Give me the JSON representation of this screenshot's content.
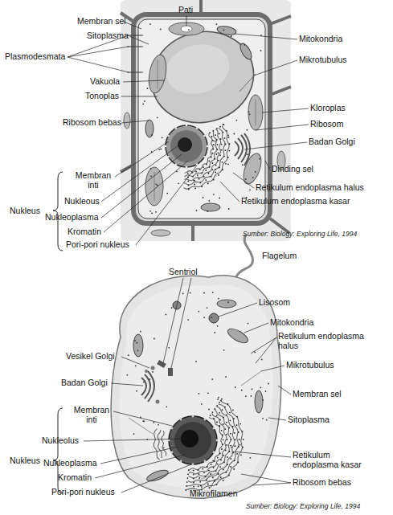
{
  "diagram": {
    "labels": [
      "Pati",
      "Membran sel",
      "Mitokondria",
      "Sitoplasma",
      "Plasmodesmata",
      "Mikrotubulus",
      "Vakuola",
      "Tonoplas",
      "Kloroplas",
      "Ribosom bebas",
      "Ribosom",
      "Badan Golgi",
      "Dinding sel",
      "Membran inti",
      "Retikulum endoplasma halus",
      "Nukleous",
      "Retikulum endoplasma kasar",
      "Nukleus",
      "Nukleoplasma",
      "Kromatin",
      "Sumber: Biology: Exploring Life, 1994",
      "Pori-pori nukleus",
      "Flagelum",
      "Sentriol",
      "Lisosom",
      "Mitokondria",
      "Retikulum endoplasma halus",
      "Vesikel Golgi",
      "Mikrotubulus",
      "Badan Golgi",
      "Membran sel",
      "Membran inti",
      "Sitoplasma",
      "Nukleolus",
      "Retikulum endoplasma kasar",
      "Nukleus",
      "Nukleoplasma",
      "Kromatin",
      "Ribosom bebas",
      "Pori-pori nukleus",
      "Mikrofilamen",
      "Sumber: Biology: Exploring Life, 1994"
    ]
  }
}
